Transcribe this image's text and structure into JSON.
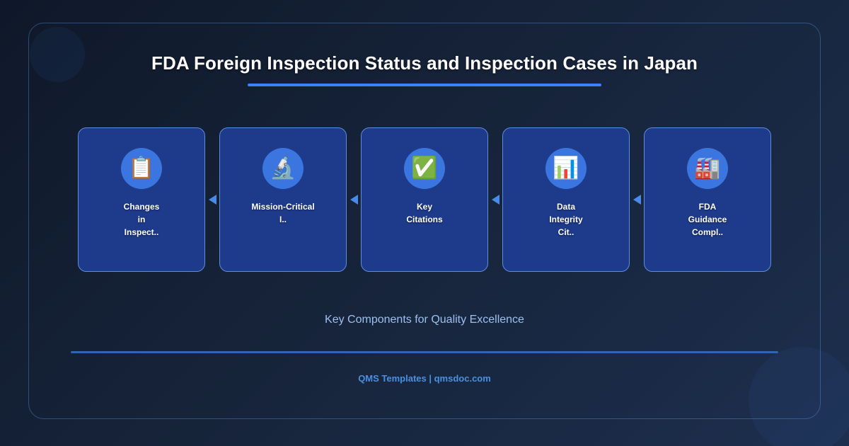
{
  "header": {
    "title": "FDA Foreign Inspection Status and Inspection Cases in Japan"
  },
  "cards": [
    {
      "icon": "clipboard-icon",
      "glyph": "📋",
      "label": "Changes\nin\nInspect.."
    },
    {
      "icon": "microscope-icon",
      "glyph": "🔬",
      "label": "Mission-Critical\nI.."
    },
    {
      "icon": "check-mark-icon",
      "glyph": "✅",
      "label": "Key\nCitations"
    },
    {
      "icon": "bar-chart-icon",
      "glyph": "📊",
      "label": "Data\nIntegrity\nCit.."
    },
    {
      "icon": "factory-icon",
      "glyph": "🏭",
      "label": "FDA\nGuidance\nCompl.."
    }
  ],
  "connectors": [
    {
      "direction": "left"
    },
    {
      "direction": "left"
    },
    {
      "direction": "left"
    },
    {
      "direction": "left"
    }
  ],
  "subtitle": "Key Components for Quality Excellence",
  "footer": {
    "text": "QMS Templates | qmsdoc.com"
  },
  "colors": {
    "accent": "#3b82f6",
    "card_bg": "#1e3a8a",
    "card_border": "#5b8ee0",
    "icon_circle": "#3b76e0",
    "arrow": "#4a8ae8",
    "subtitle_text": "#9dc0ef",
    "footer_text": "#4a90e2",
    "background_start": "#0f1829",
    "background_end": "#1d2f4e"
  }
}
